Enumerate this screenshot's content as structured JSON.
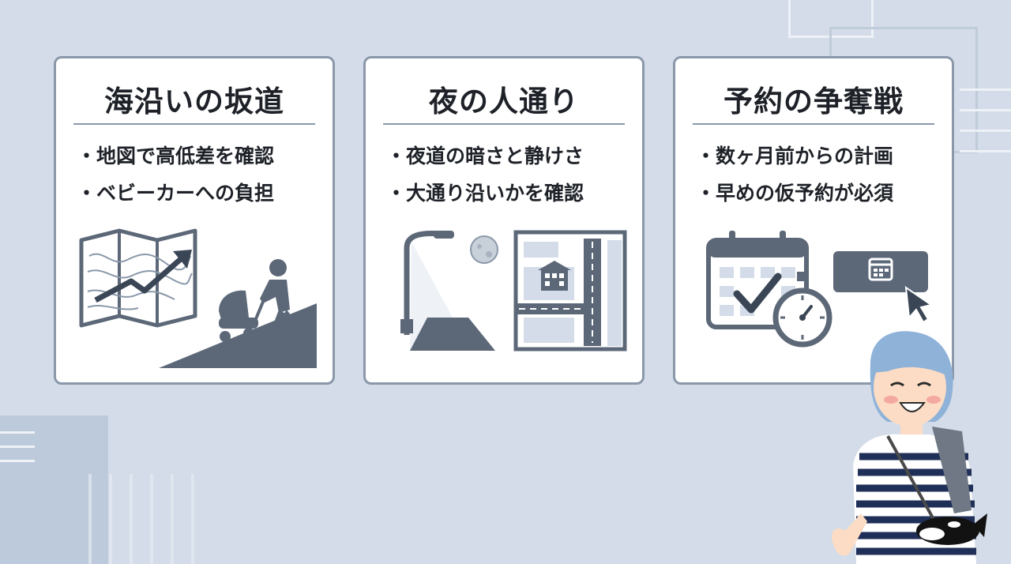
{
  "cards": [
    {
      "title": "海沿いの坂道",
      "bullets": [
        "地図で高低差を確認",
        "ベビーカーへの負担"
      ],
      "icons": [
        "topographic-map-icon",
        "upward-arrow-icon",
        "stroller-icon",
        "person-pushing-icon",
        "slope-icon"
      ]
    },
    {
      "title": "夜の人通り",
      "bullets": [
        "夜道の暗さと静けさ",
        "大通り沿いかを確認"
      ],
      "icons": [
        "street-lamp-icon",
        "moon-icon",
        "street-map-icon",
        "building-icon"
      ]
    },
    {
      "title": "予約の争奪戦",
      "bullets": [
        "数ヶ月前からの計画",
        "早めの仮予約が必須"
      ],
      "icons": [
        "calendar-check-icon",
        "stopwatch-icon",
        "booking-button-icon",
        "cursor-icon"
      ]
    }
  ],
  "colors": {
    "background": "#d3dce8",
    "card_border": "#8a98aa",
    "illustration": "#5c6878",
    "text": "#1e2228"
  },
  "character_icons": [
    "smiling-woman-icon",
    "orca-pouch-icon"
  ]
}
